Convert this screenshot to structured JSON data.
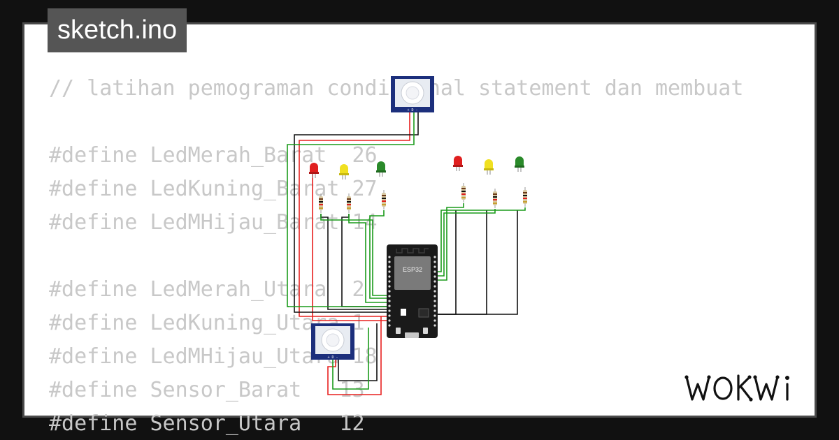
{
  "file_tab": {
    "label": "sketch.ino"
  },
  "code_lines": [
    "// latihan pemograman conditional statement dan membuat",
    "",
    "#define LedMerah_Barat  26",
    "#define LedKuning_Barat 27",
    "#define LedMHijau_Barat 14",
    "",
    "#define LedMerah_Utara  2",
    "#define LedKuning_Utara 1",
    "#define LedMHijau_Utara 18",
    "#define Sensor_Barat   13",
    "#define Sensor_Utara   12"
  ],
  "board": {
    "chip_label": "ESP32"
  },
  "brand": {
    "logo_text": "WOKWI"
  },
  "colors": {
    "background": "#111111",
    "frame_border": "#4b4b4b",
    "tab_bg": "#555555",
    "code_text": "#c8c8c8",
    "wire_red": "#e8211f",
    "wire_black": "#111111",
    "wire_green": "#1a9b1a",
    "sensor_blue": "#1c2f7c",
    "led_red": "#e01f1f",
    "led_yellow": "#f0e020",
    "led_green": "#2a8a2a"
  }
}
